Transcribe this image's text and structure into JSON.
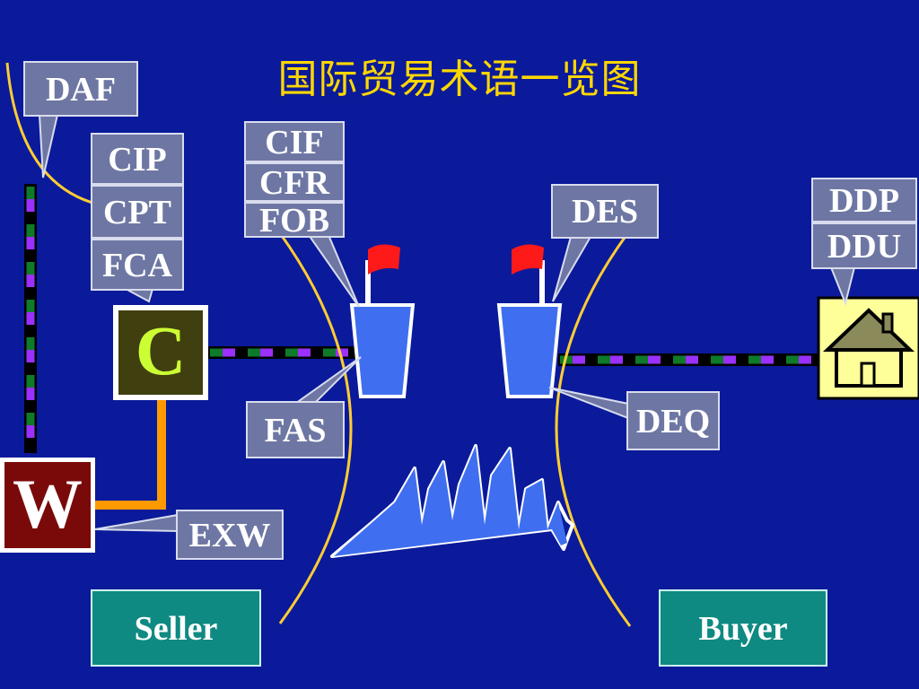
{
  "title": "国际贸易术语一览图",
  "terms": {
    "daf": "DAF",
    "cip": "CIP",
    "cpt": "CPT",
    "fca": "FCA",
    "cif": "CIF",
    "cfr": "CFR",
    "fob": "FOB",
    "des": "DES",
    "ddp": "DDP",
    "ddu": "DDU",
    "fas": "FAS",
    "deq": "DEQ",
    "exw": "EXW"
  },
  "nodes": {
    "carrier_letter": "C",
    "warehouse_letter": "W"
  },
  "parties": {
    "seller": "Seller",
    "buyer": "Buyer"
  },
  "colors": {
    "background": "#0a1a9a",
    "label_box": "#6e77a3",
    "coast_line": "#ffcc33",
    "route_green": "#0e7a2a",
    "route_purple": "#9b30ff",
    "flag": "#ff1a1a",
    "ship": "#3f6ff0",
    "wave": "#3f6ff0",
    "house_box": "#ffff99",
    "role_box": "#0f8a82"
  }
}
